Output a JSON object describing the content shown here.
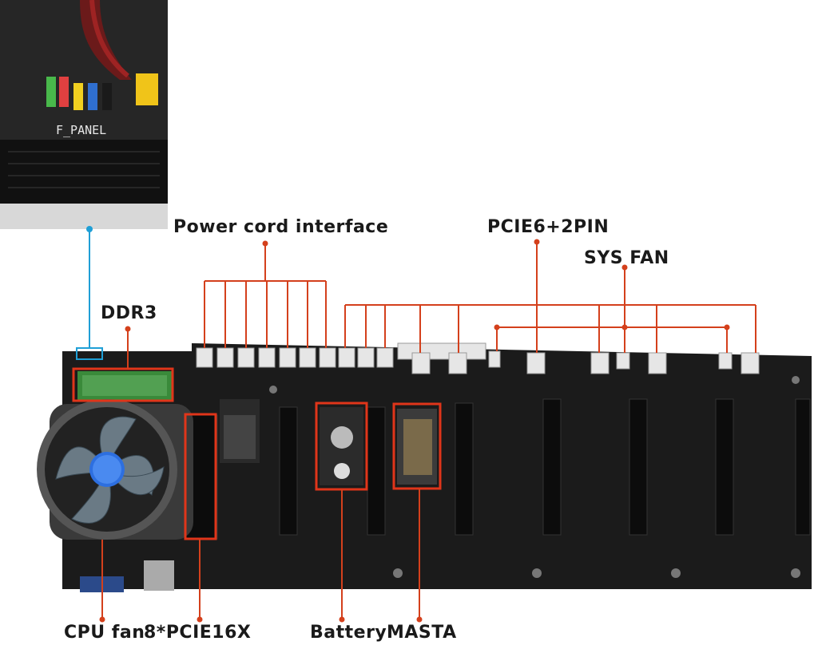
{
  "inset": {
    "panel_label": "F_PANEL"
  },
  "labels": {
    "power_cord": "Power cord interface",
    "pcie_power": "PCIE6+2PIN",
    "sys_fan": "SYS FAN",
    "ddr3": "DDR3",
    "cpu_fan": "CPU fan",
    "pcie_slots": "8*PCIE16X",
    "battery": "Battery",
    "masta": "MASTA"
  },
  "colors": {
    "callout_line": "#d4401c",
    "inset_line": "#1f9fd6",
    "board": "#1b1b1b",
    "highlight_box": "#e0351a"
  }
}
